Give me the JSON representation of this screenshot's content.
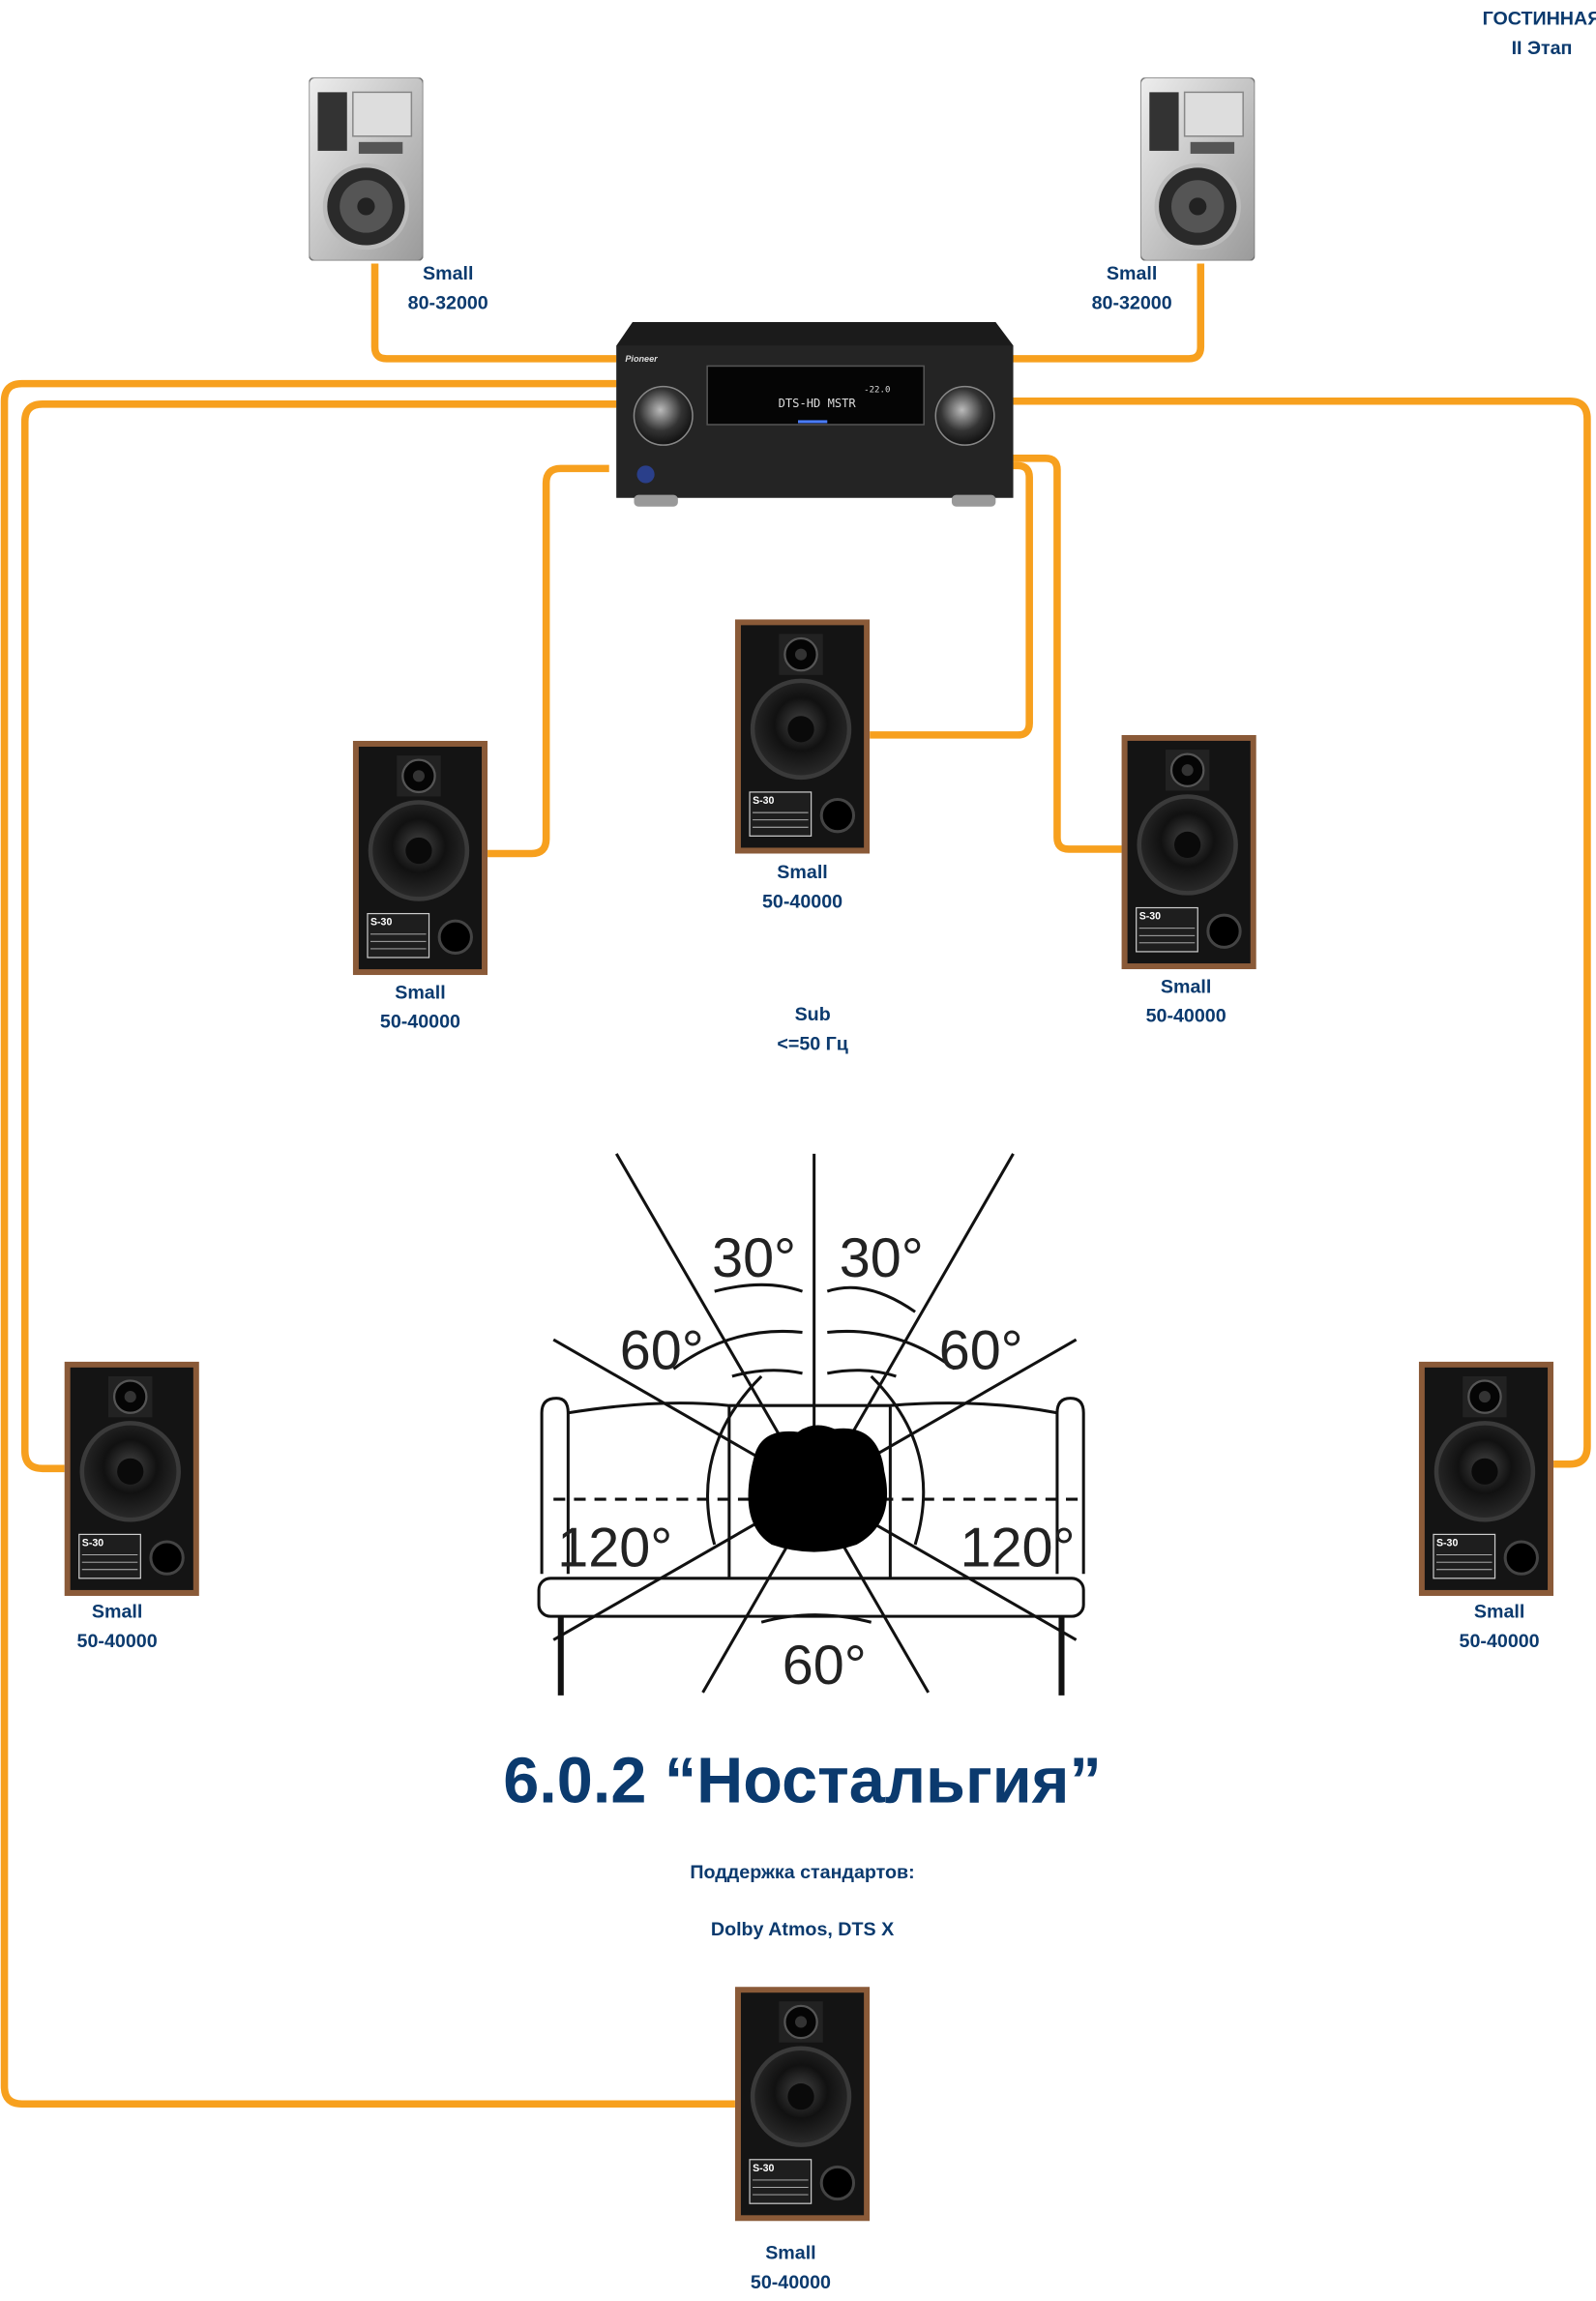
{
  "header": {
    "room": "ГОСТИННАЯ",
    "stage": "II Этап"
  },
  "receiver": {
    "brand": "Pioneer",
    "display": "DTS-HD MSTR",
    "volume": "-22.0"
  },
  "speakers": {
    "front_top_left": {
      "type": "Small",
      "range": "80-32000"
    },
    "front_top_right": {
      "type": "Small",
      "range": "80-32000"
    },
    "front_left": {
      "type": "Small",
      "range": "50-40000"
    },
    "center": {
      "type": "Small",
      "range": "50-40000"
    },
    "front_right": {
      "type": "Small",
      "range": "50-40000"
    },
    "surround_left": {
      "type": "Small",
      "range": "50-40000"
    },
    "surround_right": {
      "type": "Small",
      "range": "50-40000"
    },
    "rear": {
      "type": "Small",
      "range": "50-40000"
    },
    "model_badge": "S-30"
  },
  "sub": {
    "label": "Sub",
    "range": "<=50 Гц"
  },
  "diagram": {
    "angles": [
      "30°",
      "30°",
      "60°",
      "60°",
      "120°",
      "120°",
      "60°"
    ]
  },
  "title": "6.0.2 “Ностальгия”",
  "support_label": "Поддержка стандартов:",
  "standards": "Dolby Atmos, DTS X",
  "colors": {
    "wire": "#f7a01e",
    "text": "#0b3a6e"
  }
}
